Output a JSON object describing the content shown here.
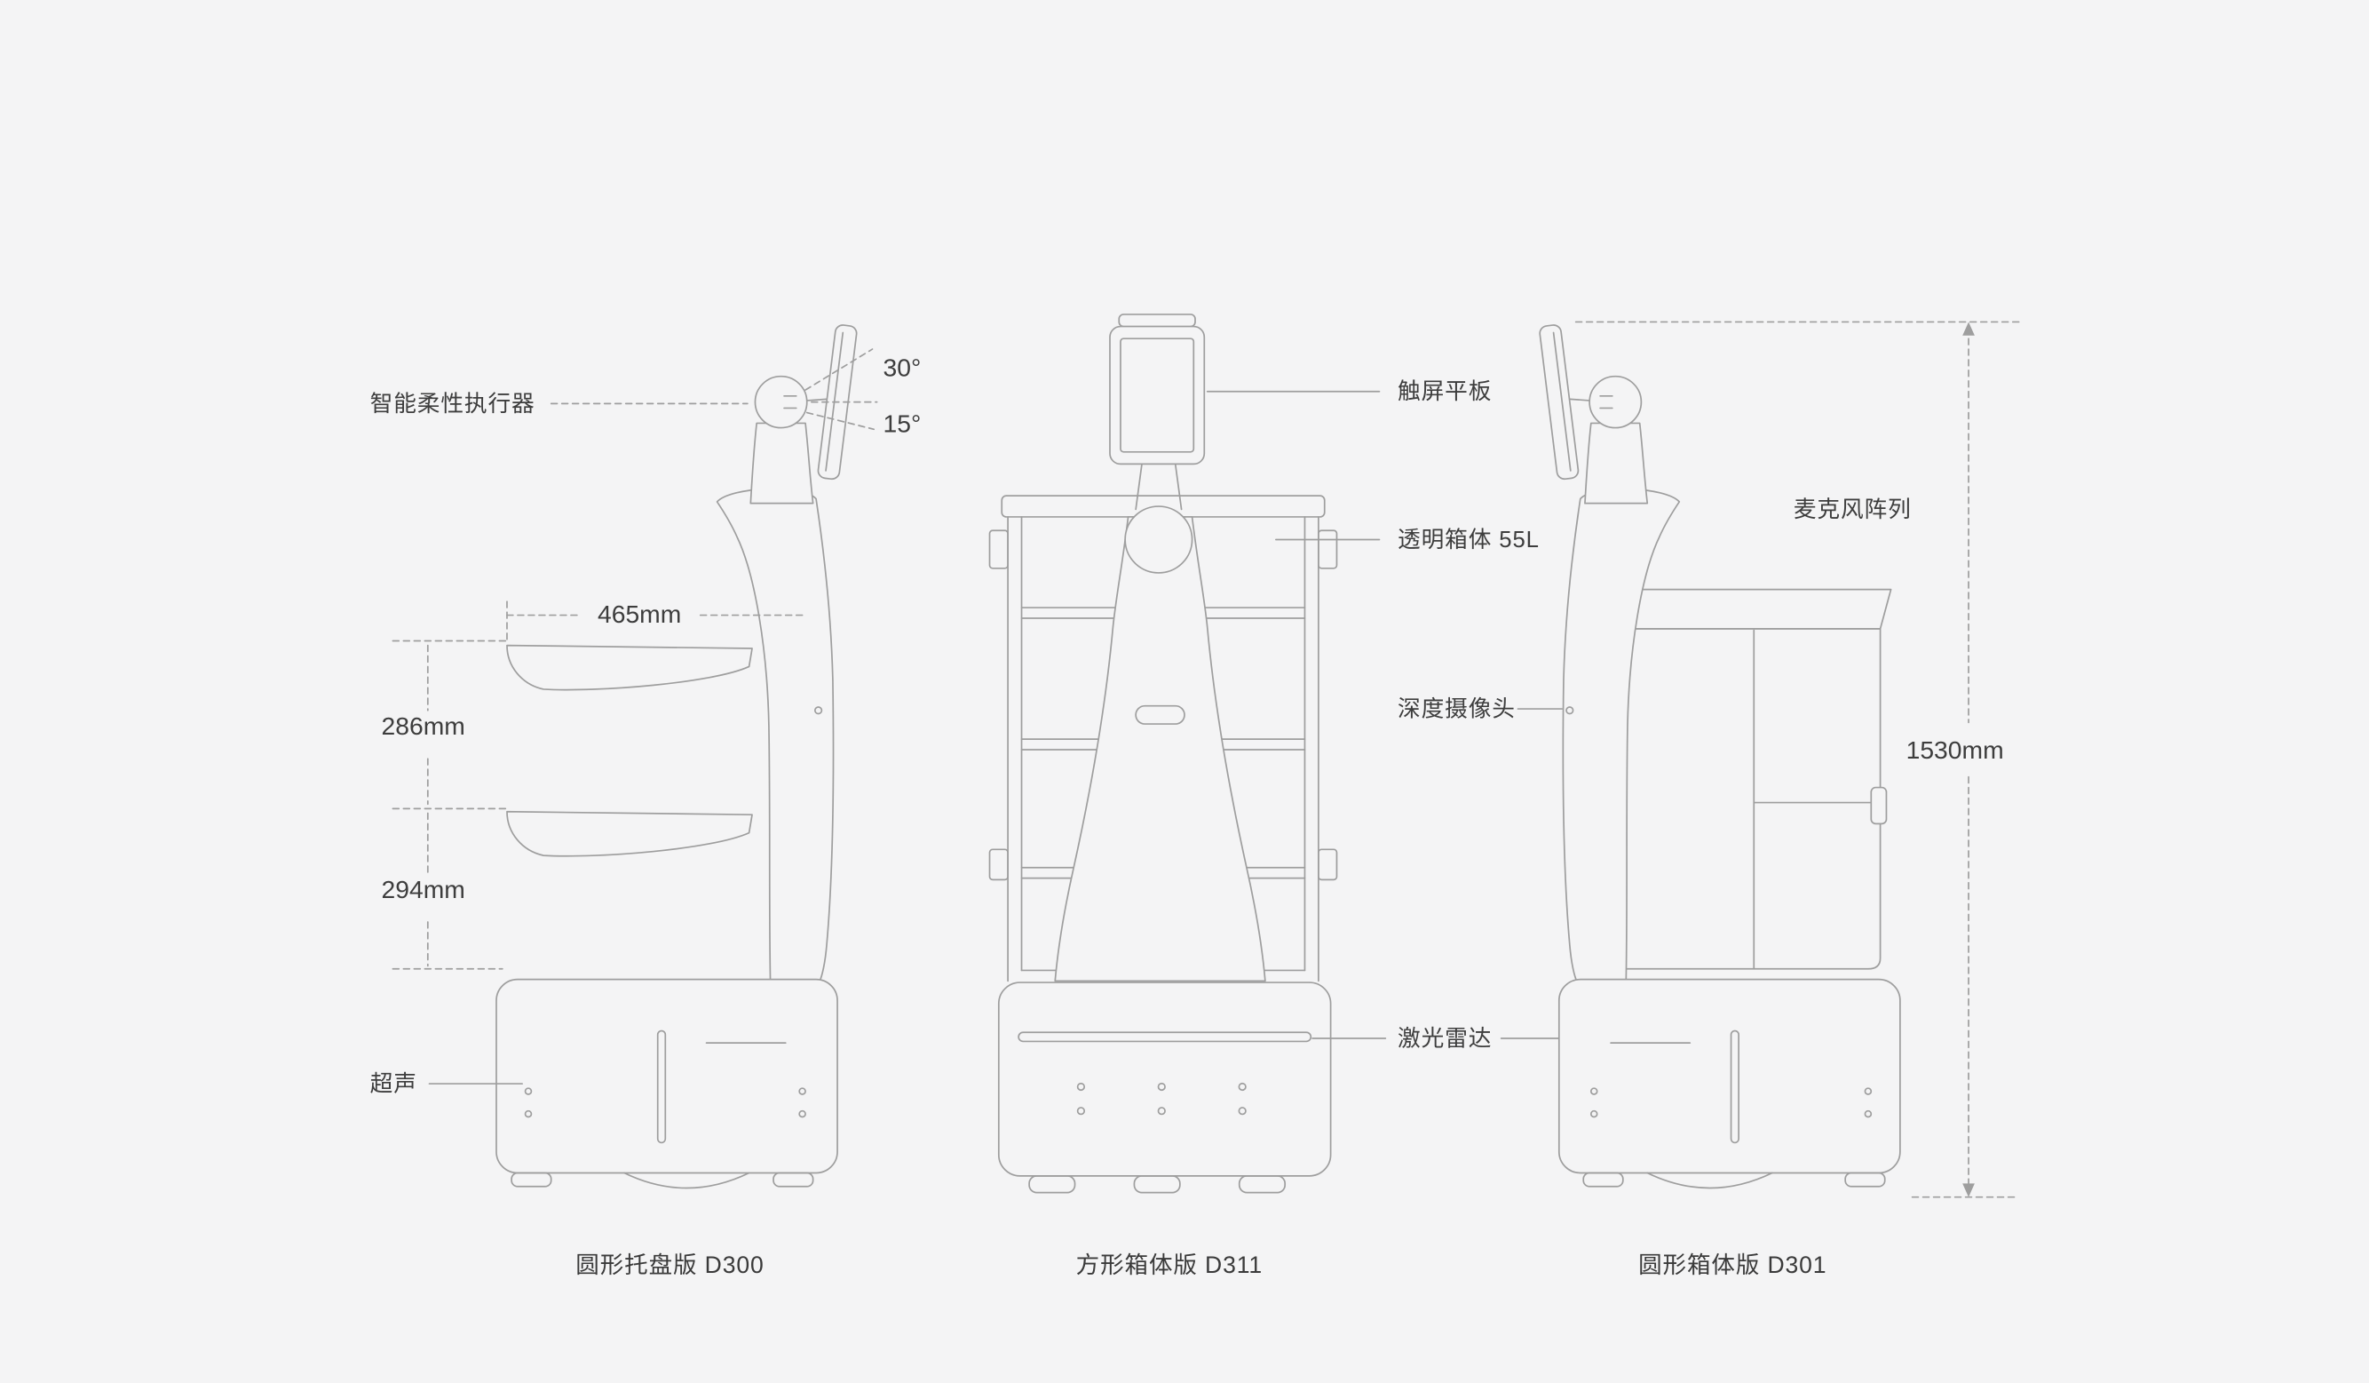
{
  "canvas": {
    "background": "#f4f4f5",
    "line_color": "#9e9e9e",
    "text_color": "#3d3d3d"
  },
  "labels": {
    "actuator": "智能柔性执行器",
    "ultrasonic": "超声",
    "touchscreen": "触屏平板",
    "transparent_box": "透明箱体 55L",
    "depth_camera": "深度摄像头",
    "lidar": "激光雷达",
    "mic_array": "麦克风阵列"
  },
  "dims": {
    "tilt_up": "30°",
    "tilt_down": "15°",
    "tray_width": "465mm",
    "upper_gap": "286mm",
    "lower_gap": "294mm",
    "total_height": "1530mm"
  },
  "captions": {
    "d300": "圆形托盘版 D300",
    "d311": "方形箱体版 D311",
    "d301": "圆形箱体版 D301"
  }
}
